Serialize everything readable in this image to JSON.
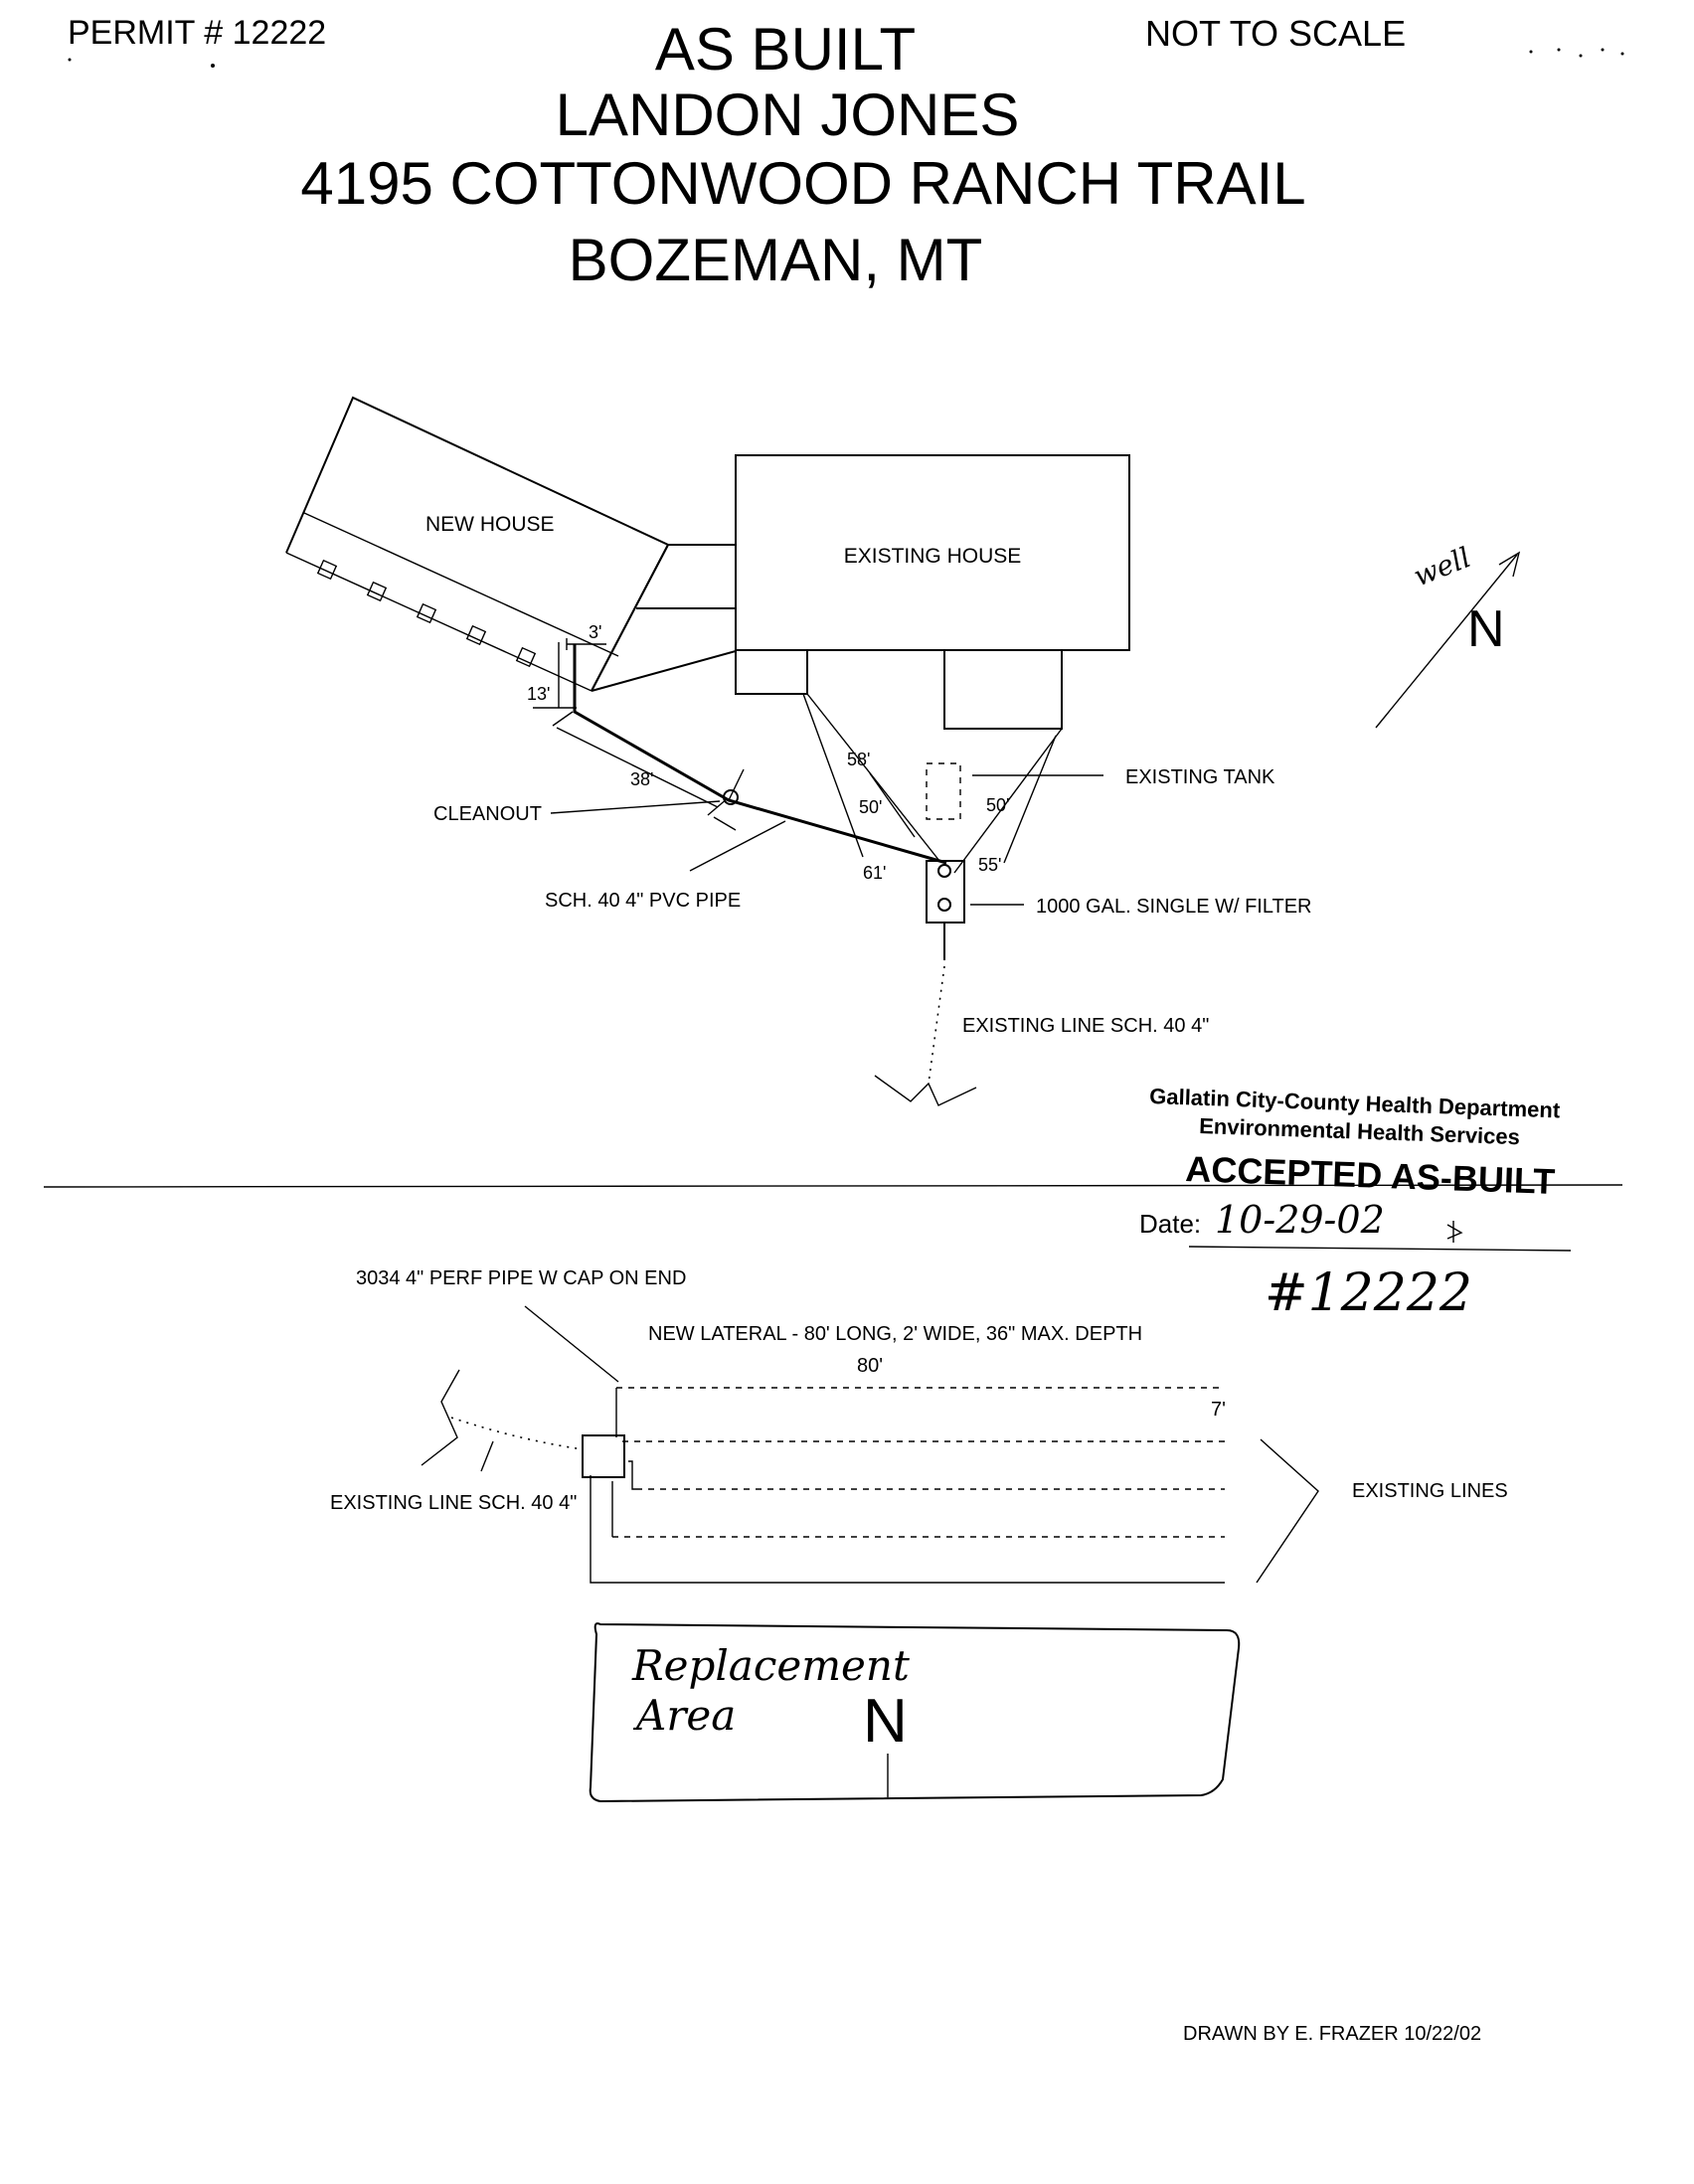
{
  "header": {
    "permit": "PERMIT # 12222",
    "not_to_scale": "NOT TO SCALE",
    "title_lines": [
      "AS BUILT",
      "LANDON JONES",
      "4195 COTTONWOOD RANCH TRAIL",
      "BOZEMAN, MT"
    ]
  },
  "site_plan": {
    "new_house": "NEW HOUSE",
    "existing_house": "EXISTING HOUSE",
    "existing_tank": "EXISTING TANK",
    "cleanout": "CLEANOUT",
    "pipe": "SCH. 40 4\" PVC PIPE",
    "tank_1000": "1000 GAL. SINGLE W/ FILTER",
    "existing_line": "EXISTING LINE SCH. 40 4\"",
    "dims": {
      "d3": "3'",
      "d13": "13'",
      "d38": "38'",
      "d58": "58'",
      "d50a": "50'",
      "d50b": "50'",
      "d61": "61'",
      "d55": "55'"
    },
    "north": "N",
    "well": "well"
  },
  "stamp": {
    "line1": "Gallatin City-County Health Department",
    "line2": "Environmental Health Services",
    "accepted": "ACCEPTED AS-BUILT",
    "date_label": "Date:",
    "date_value": "10-29-02",
    "permit_hw": "#12222"
  },
  "drainfield": {
    "perf_pipe": "3034 4\" PERF PIPE W CAP ON END",
    "new_lateral": "NEW LATERAL -  80' LONG, 2' WIDE, 36\" MAX. DEPTH",
    "len80": "80'",
    "len7": "7'",
    "existing_lines": "EXISTING LINES",
    "existing_line": "EXISTING LINE SCH. 40 4\""
  },
  "replacement": {
    "line1": "Replacement",
    "line2": "Area",
    "north": "N"
  },
  "footer": {
    "drawn_by": "DRAWN BY E. FRAZER  10/22/02"
  }
}
